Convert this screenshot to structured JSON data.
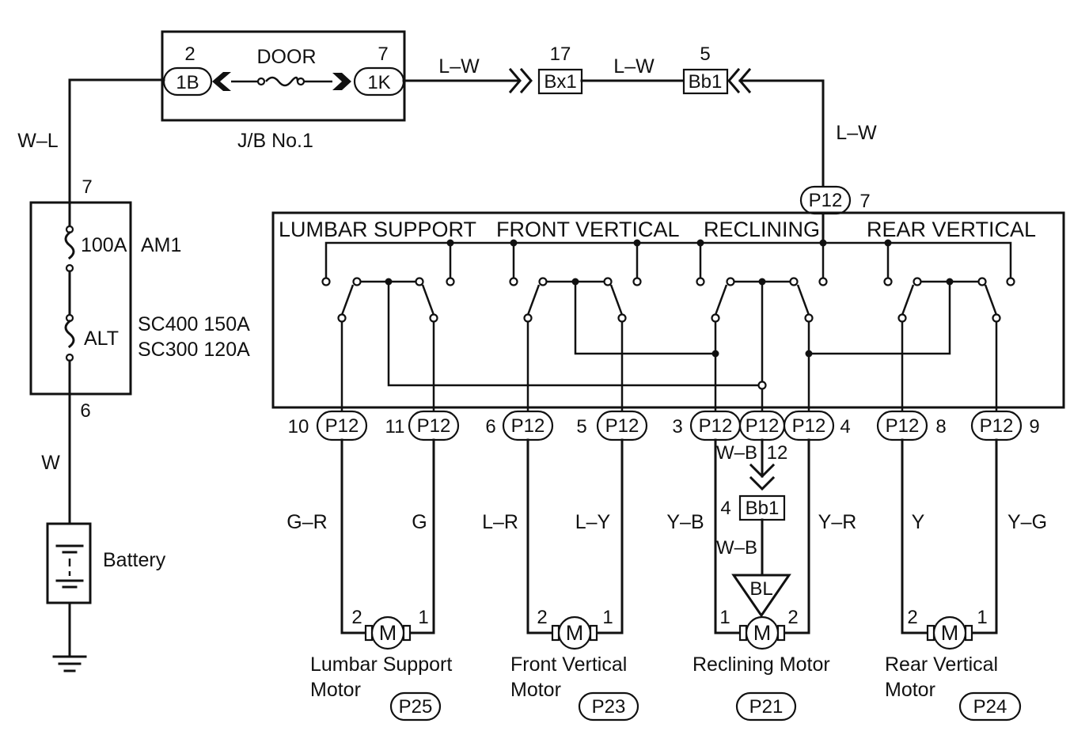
{
  "jb": {
    "name": "J/B No.1",
    "fuse": "DOOR",
    "left_conn": "1B",
    "left_pin": "2",
    "right_conn": "1K",
    "right_pin": "7"
  },
  "top": {
    "wire1": "L–W",
    "bx1": "Bx1",
    "bx1_pin": "17",
    "wire2": "L–W",
    "bb1": "Bb1",
    "bb1_pin": "5",
    "wire3": "L–W"
  },
  "left": {
    "wire_top": "W–L",
    "pin_top": "7",
    "fuse1": "100A",
    "fuse1_name": "AM1",
    "fuse2": "ALT",
    "alt_sc400": "SC400 150A",
    "alt_sc300": "SC300 120A",
    "pin_bottom": "6",
    "wire_bottom": "W",
    "battery": "Battery"
  },
  "switch": {
    "top_conn": "P12",
    "top_pin": "7",
    "labels": [
      "LUMBAR SUPPORT",
      "FRONT VERTICAL",
      "RECLINING",
      "REAR VERTICAL"
    ]
  },
  "conns": [
    {
      "label": "P12",
      "pin": "10"
    },
    {
      "label": "P12",
      "pin": "11"
    },
    {
      "label": "P12",
      "pin": "6"
    },
    {
      "label": "P12",
      "pin": "5"
    },
    {
      "label": "P12",
      "pin": "3"
    },
    {
      "label": "P12",
      "pin": "12"
    },
    {
      "label": "P12",
      "pin": "4"
    },
    {
      "label": "P12",
      "pin": "8"
    },
    {
      "label": "P12",
      "pin": "9"
    }
  ],
  "ground": {
    "wire1": "W–B",
    "bb1": "Bb1",
    "bb1_pin": "4",
    "wire2": "W–B",
    "point": "BL"
  },
  "motors": [
    {
      "left_wire": "G–R",
      "right_wire": "G",
      "pin_left": "2",
      "pin_right": "1",
      "symbol": "M",
      "name1": "Lumbar Support",
      "name2": "Motor",
      "conn": "P25"
    },
    {
      "left_wire": "L–R",
      "right_wire": "L–Y",
      "pin_left": "2",
      "pin_right": "1",
      "symbol": "M",
      "name1": "Front Vertical",
      "name2": "Motor",
      "conn": "P23"
    },
    {
      "left_wire": "Y–B",
      "right_wire": "Y–R",
      "pin_left": "1",
      "pin_right": "2",
      "symbol": "M",
      "name1": "Reclining Motor",
      "name2": "",
      "conn": "P21"
    },
    {
      "left_wire": "Y",
      "right_wire": "Y–G",
      "pin_left": "2",
      "pin_right": "1",
      "symbol": "M",
      "name1": "Rear Vertical",
      "name2": "Motor",
      "conn": "P24"
    }
  ]
}
